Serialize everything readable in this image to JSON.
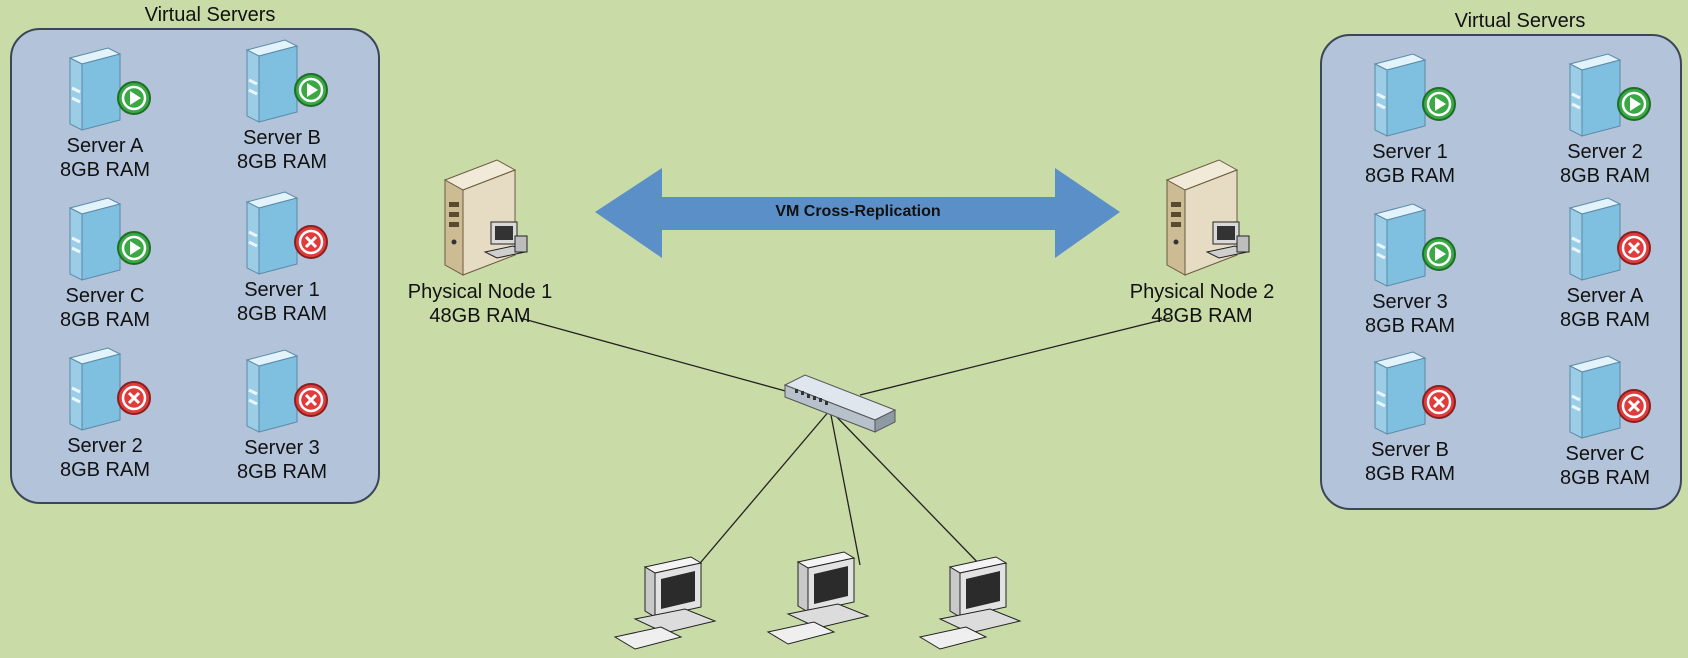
{
  "left_group": {
    "title": "Virtual Servers",
    "servers": [
      {
        "name": "Server A",
        "ram": "8GB RAM",
        "status": "running"
      },
      {
        "name": "Server B",
        "ram": "8GB RAM",
        "status": "running"
      },
      {
        "name": "Server C",
        "ram": "8GB RAM",
        "status": "running"
      },
      {
        "name": "Server 1",
        "ram": "8GB RAM",
        "status": "stopped"
      },
      {
        "name": "Server 2",
        "ram": "8GB RAM",
        "status": "stopped"
      },
      {
        "name": "Server 3",
        "ram": "8GB RAM",
        "status": "stopped"
      }
    ]
  },
  "right_group": {
    "title": "Virtual Servers",
    "servers": [
      {
        "name": "Server 1",
        "ram": "8GB RAM",
        "status": "running"
      },
      {
        "name": "Server 2",
        "ram": "8GB RAM",
        "status": "running"
      },
      {
        "name": "Server 3",
        "ram": "8GB RAM",
        "status": "running"
      },
      {
        "name": "Server A",
        "ram": "8GB RAM",
        "status": "stopped"
      },
      {
        "name": "Server B",
        "ram": "8GB RAM",
        "status": "stopped"
      },
      {
        "name": "Server C",
        "ram": "8GB RAM",
        "status": "stopped"
      }
    ]
  },
  "nodes": [
    {
      "name": "Physical Node 1",
      "ram": "48GB RAM"
    },
    {
      "name": "Physical Node 2",
      "ram": "48GB RAM"
    }
  ],
  "replication": {
    "label": "VM Cross-Replication"
  },
  "colors": {
    "background": "#c9dba6",
    "panel": "#b3c3d9",
    "arrow": "#5b8fc7",
    "running": "#3aa845",
    "stopped": "#e03c3c"
  }
}
